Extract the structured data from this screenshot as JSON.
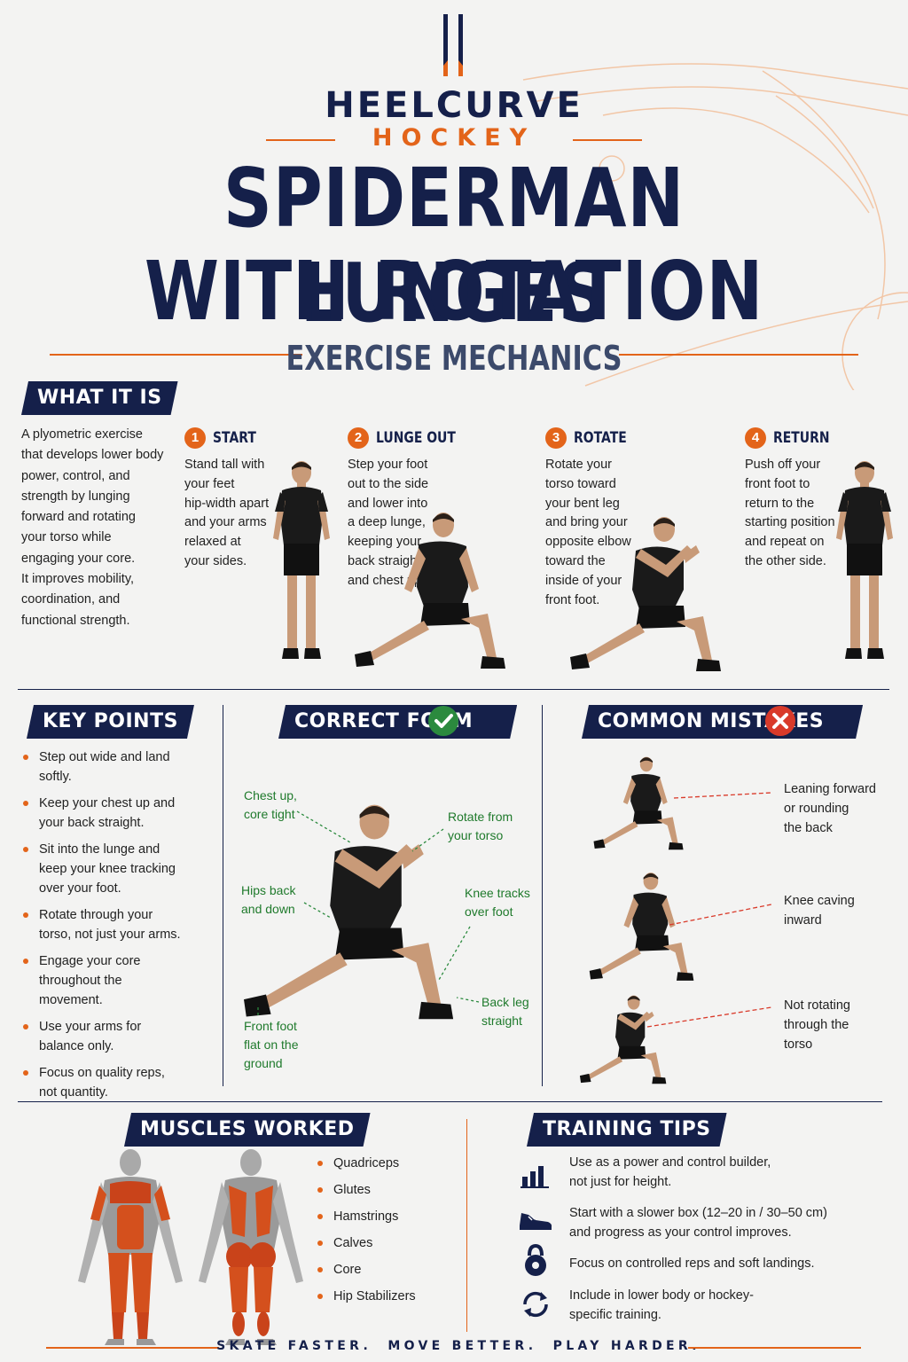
{
  "brand": {
    "name": "HEELCURVE",
    "sub": "HOCKEY"
  },
  "title": {
    "line1": "SPIDERMAN LUNGES",
    "line2": "WITH ROTATION",
    "subtitle": "EXERCISE MECHANICS"
  },
  "what_it_is": {
    "heading": "WHAT IT IS",
    "lines": [
      "A plyometric exercise",
      "that develops lower body",
      "power, control, and",
      "strength by lunging",
      "forward and rotating",
      "your torso while",
      "engaging your core.",
      "It improves mobility,",
      "coordination, and",
      "functional strength."
    ]
  },
  "steps": [
    {
      "num": "1",
      "title": "START",
      "lines": [
        "Stand tall with",
        "your feet",
        "hip-width apart",
        "and your arms",
        "relaxed at",
        "your sides."
      ]
    },
    {
      "num": "2",
      "title": "LUNGE OUT",
      "lines": [
        "Step your foot",
        "out to the side",
        "and lower into",
        "a deep lunge,",
        "keeping your",
        "back straight",
        "and chest up."
      ]
    },
    {
      "num": "3",
      "title": "ROTATE",
      "lines": [
        "Rotate your",
        "torso toward",
        "your bent leg",
        "and bring your",
        "opposite elbow",
        "toward the",
        "inside of your",
        "front foot."
      ]
    },
    {
      "num": "4",
      "title": "RETURN",
      "lines": [
        "Push off your",
        "front foot to",
        "return to the",
        "starting position",
        "and repeat on",
        "the other side."
      ]
    }
  ],
  "key_points": {
    "heading": "KEY POINTS",
    "items": [
      [
        "Step out wide and land",
        "softly."
      ],
      [
        "Keep your chest up and",
        "your back straight."
      ],
      [
        "Sit into the lunge and",
        "keep your knee tracking",
        "over your foot."
      ],
      [
        "Rotate through your",
        "torso, not just your arms."
      ],
      [
        "Engage your core",
        "throughout the",
        "movement."
      ],
      [
        "Use your arms for",
        "balance only."
      ],
      [
        "Focus on quality reps,",
        "not quantity."
      ]
    ]
  },
  "correct_form": {
    "heading": "CORRECT FORM",
    "labels": {
      "chest": [
        "Chest up,",
        "core tight"
      ],
      "rotate": [
        "Rotate from",
        "your torso"
      ],
      "hips": [
        "Hips back",
        "and down"
      ],
      "knee": [
        "Knee tracks",
        "over foot"
      ],
      "backleg": [
        "Back leg",
        "straight"
      ],
      "frontfoot": [
        "Front foot",
        "flat on the",
        "ground"
      ]
    }
  },
  "common_mistakes": {
    "heading": "COMMON MISTAKES",
    "items": [
      [
        "Leaning forward",
        "or rounding",
        "the back"
      ],
      [
        "Knee caving",
        "inward"
      ],
      [
        "Not rotating",
        "through the",
        "torso"
      ]
    ]
  },
  "muscles": {
    "heading": "MUSCLES WORKED",
    "items": [
      "Quadriceps",
      "Glutes",
      "Hamstrings",
      "Calves",
      "Core",
      "Hip Stabilizers"
    ]
  },
  "tips": {
    "heading": "TRAINING TIPS",
    "items": [
      {
        "icon": "bar-chart-icon",
        "lines": [
          "Use as a power and control builder,",
          "not just for height."
        ]
      },
      {
        "icon": "sneaker-icon",
        "lines": [
          "Start with a slower box (12–20 in / 30–50 cm)",
          "and progress as your control improves."
        ]
      },
      {
        "icon": "kettlebell-icon",
        "lines": [
          "Focus on controlled reps and soft landings."
        ]
      },
      {
        "icon": "cycle-arrows-icon",
        "lines": [
          "Include in lower body or hockey-",
          "specific training."
        ]
      }
    ]
  },
  "footer": "SKATE FASTER.  MOVE BETTER.  PLAY HARDER.",
  "colors": {
    "navy": "#15204a",
    "orange": "#e3641a",
    "green": "#2b8a3e",
    "red": "#d93a2a"
  }
}
